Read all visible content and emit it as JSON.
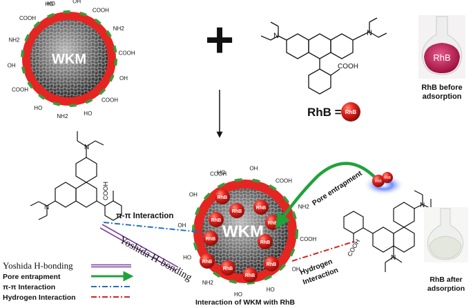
{
  "top_particle": {
    "core_label": "WKM",
    "groups": [
      "HO",
      "OH",
      "COOH",
      "NH2",
      "COOH",
      "OH",
      "COOH",
      "HO",
      "NH2",
      "HO",
      "COOH",
      "OH",
      "NH2",
      "COOH",
      "HO"
    ]
  },
  "plus_sign": "+",
  "rhb_molecule": {
    "cooh_label": "COOH",
    "equation_label": "RhB =",
    "bead_label": "RhB"
  },
  "flask_before": {
    "flask_text": "RhB",
    "caption_line1": "RhB before",
    "caption_line2": "adsorption"
  },
  "flask_after": {
    "caption_line1": "RhB after",
    "caption_line2": "adsorption"
  },
  "interaction_particle": {
    "core_label": "WKM",
    "bead_label": "RhB",
    "groups": [
      "HO",
      "OH",
      "COOH",
      "NH2",
      "COOH",
      "OH",
      "HO",
      "HO",
      "NH2",
      "HO",
      "OH",
      "OH",
      "COOH"
    ],
    "caption": "Interaction of WKM with RhB"
  },
  "interaction_labels": {
    "pi_pi": "π-π  Interaction",
    "yoshida": "Yoshida H-bonding",
    "pore": "Pore entrapment",
    "hydrogen_line1": "Hydrogen",
    "hydrogen_line2": "Interaction"
  },
  "left_molecule": {
    "cooh_label": "COOH"
  },
  "right_molecule": {
    "cooh_label": "COOH"
  },
  "legend": [
    {
      "label": "Yoshida H-bonding",
      "style": "double-line",
      "color": "#7b3fa0"
    },
    {
      "label": "Pore entrapment",
      "style": "arrow",
      "color": "#1fa33a"
    },
    {
      "label": "π-π  Interaction",
      "style": "dash-dot",
      "color": "#1f6fc5"
    },
    {
      "label": "Hydrogen Interaction",
      "style": "dash-dot",
      "color": "#d42020"
    }
  ],
  "colors": {
    "shell_red": "#e52521",
    "shell_green": "#3c9a3a",
    "pore_green": "#1fa33a",
    "pi_blue": "#1f6fc5",
    "hbond_red": "#d42020",
    "yoshida_purple": "#7b3fa0"
  }
}
